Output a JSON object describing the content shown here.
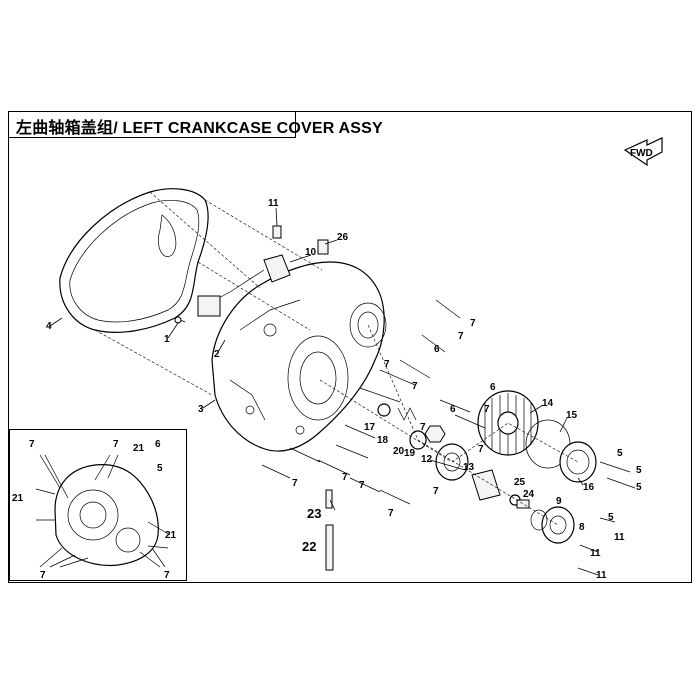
{
  "title": "左曲轴箱盖组/ LEFT CRANKCASE COVER  ASSY",
  "fwd_icon": {
    "name": "fwd-arrow-icon",
    "text": "FWD"
  },
  "callouts": {
    "c1": "1",
    "c2": "2",
    "c3": "3",
    "c4": "4",
    "c5a": "5",
    "c5b": "5",
    "c5c": "5",
    "c5d": "5",
    "c6a": "6",
    "c6b": "6",
    "c6c": "6",
    "c7a": "7",
    "c7b": "7",
    "c7c": "7",
    "c7d": "7",
    "c7e": "7",
    "c7f": "7",
    "c7g": "7",
    "c7h": "7",
    "c7i": "7",
    "c7j": "7",
    "c7k": "7",
    "c7l": "7",
    "c8": "8",
    "c9": "9",
    "c10": "10",
    "c11a": "11",
    "c11b": "11",
    "c11c": "11",
    "c11d": "11",
    "c12": "12",
    "c13": "13",
    "c14": "14",
    "c15": "15",
    "c16": "16",
    "c17": "17",
    "c18": "18",
    "c19": "19",
    "c20": "20",
    "c22": "22",
    "c23": "23",
    "c24": "24",
    "c25": "25",
    "c26": "26"
  },
  "inset_callouts": {
    "i7a": "7",
    "i7b": "7",
    "i7c": "7",
    "i7d": "7",
    "i21a": "21",
    "i21b": "21",
    "i21c": "21",
    "i6": "6",
    "i5": "5"
  }
}
